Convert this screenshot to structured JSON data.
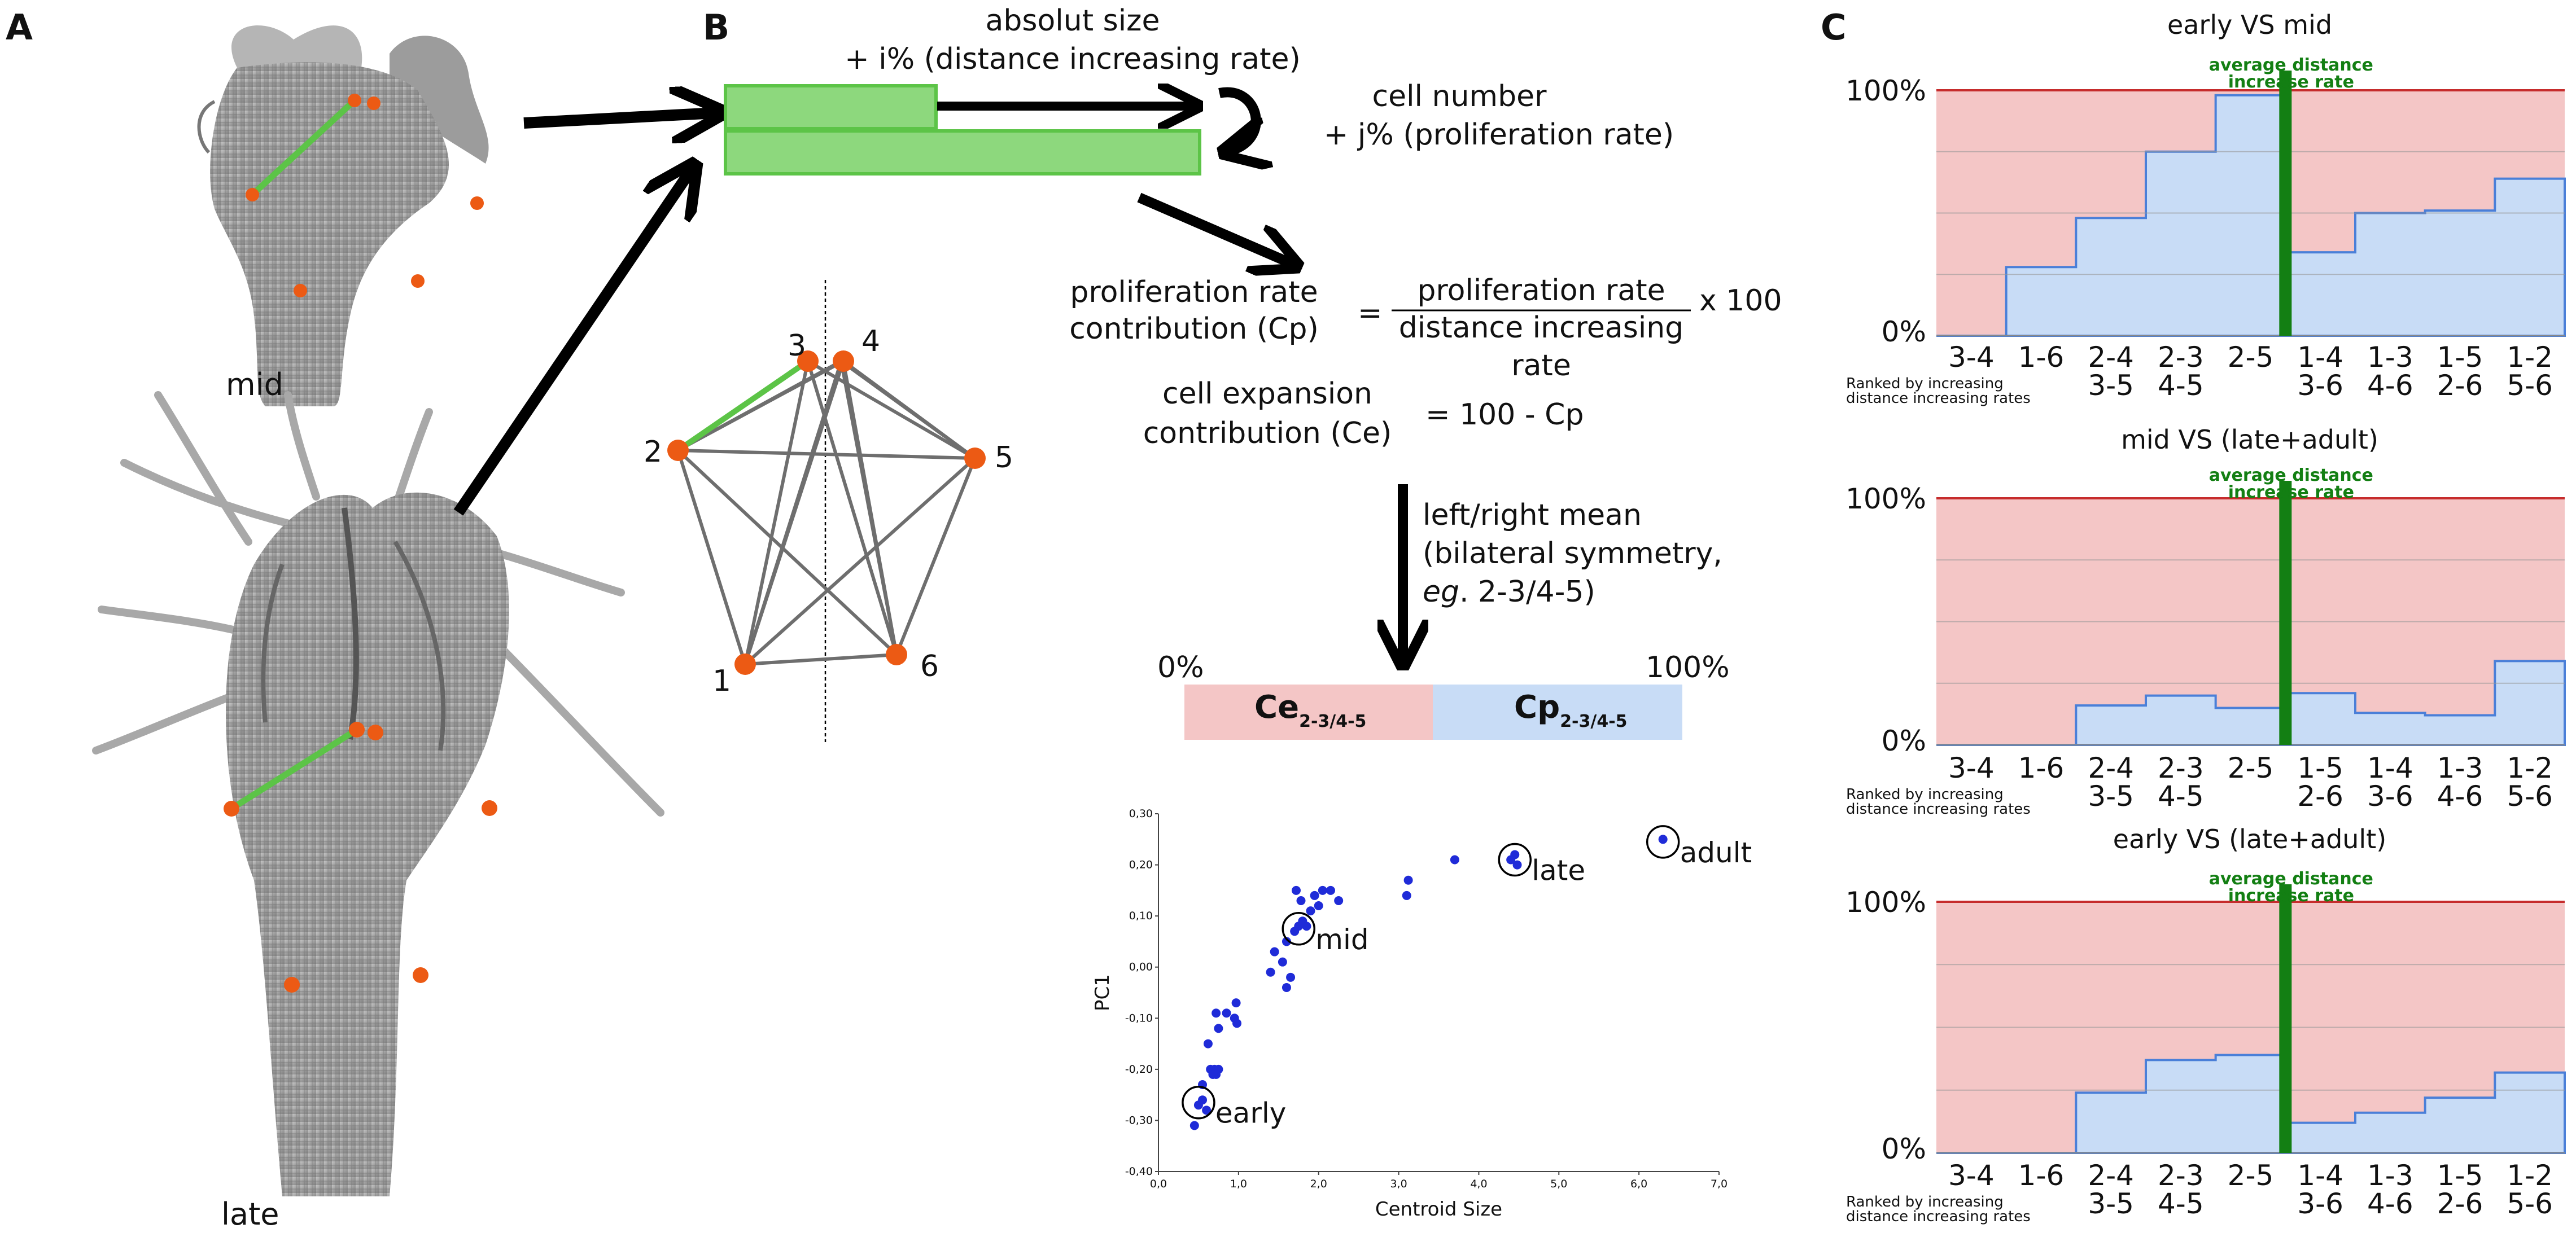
{
  "panels": {
    "a": "A",
    "b": "B",
    "c": "C"
  },
  "panel_a": {
    "mid_label": "mid",
    "late_label": "late"
  },
  "panel_b": {
    "size_line1": "absolut size",
    "size_line2": "+ i% (distance increasing rate)",
    "cell_line1": "cell number",
    "cell_line2": "+ j% (proliferation rate)",
    "cp_label_line1": "proliferation rate",
    "cp_label_line2": "contribution (Cp)",
    "eq_sign": "=",
    "frac_num": "proliferation rate",
    "frac_den_line1": "distance increasing",
    "frac_den_line2": "rate",
    "times100": "x 100",
    "ce_label_line1": "cell expansion",
    "ce_label_line2": "contribution (Ce)",
    "ce_formula": "= 100 - Cp",
    "mean_line1": "left/right mean",
    "mean_line2": "(bilateral symmetry,",
    "mean_line3_italic": "eg",
    "mean_line3_rest": ". 2-3/4-5)",
    "bar_left": "0%",
    "bar_right": "100%",
    "ce_main": "Ce",
    "ce_sub": "2-3/4-5",
    "cp_main": "Cp",
    "cp_sub": "2-3/4-5",
    "landmarks": [
      "1",
      "2",
      "3",
      "4",
      "5",
      "6"
    ],
    "colors": {
      "green": "#5cc447",
      "orange": "#ec5a14",
      "pink": "#f4c6c6",
      "blue": "#c8dcf6"
    }
  },
  "scatter": {
    "chart_data": {
      "type": "scatter",
      "xlabel": "Centroid Size",
      "ylabel": "PC1",
      "xlim": [
        0.0,
        7.0
      ],
      "ylim": [
        -0.4,
        0.3
      ],
      "x_ticks": [
        "0,0",
        "1,0",
        "2,0",
        "3,0",
        "4,0",
        "5,0",
        "6,0",
        "7,0"
      ],
      "y_ticks": [
        "-0,40",
        "-0,30",
        "-0,20",
        "-0,10",
        "0,00",
        "0,10",
        "0,20",
        "0,30"
      ],
      "points": [
        [
          0.45,
          -0.31
        ],
        [
          0.5,
          -0.27
        ],
        [
          0.55,
          -0.26
        ],
        [
          0.6,
          -0.28
        ],
        [
          0.55,
          -0.23
        ],
        [
          0.65,
          -0.2
        ],
        [
          0.7,
          -0.2
        ],
        [
          0.75,
          -0.2
        ],
        [
          0.72,
          -0.21
        ],
        [
          0.68,
          -0.21
        ],
        [
          0.62,
          -0.15
        ],
        [
          0.75,
          -0.12
        ],
        [
          0.72,
          -0.09
        ],
        [
          0.85,
          -0.09
        ],
        [
          0.95,
          -0.1
        ],
        [
          0.98,
          -0.11
        ],
        [
          0.97,
          -0.07
        ],
        [
          1.4,
          -0.01
        ],
        [
          1.45,
          0.03
        ],
        [
          1.55,
          0.01
        ],
        [
          1.6,
          -0.04
        ],
        [
          1.65,
          -0.02
        ],
        [
          1.6,
          0.05
        ],
        [
          1.7,
          0.07
        ],
        [
          1.75,
          0.08
        ],
        [
          1.8,
          0.09
        ],
        [
          1.85,
          0.08
        ],
        [
          1.9,
          0.11
        ],
        [
          1.72,
          0.15
        ],
        [
          1.78,
          0.13
        ],
        [
          1.95,
          0.14
        ],
        [
          2.0,
          0.12
        ],
        [
          2.05,
          0.15
        ],
        [
          2.15,
          0.15
        ],
        [
          2.25,
          0.13
        ],
        [
          3.1,
          0.14
        ],
        [
          3.12,
          0.17
        ],
        [
          3.7,
          0.21
        ],
        [
          4.4,
          0.21
        ],
        [
          4.45,
          0.22
        ],
        [
          4.48,
          0.2
        ],
        [
          6.3,
          0.25
        ]
      ],
      "annotations": [
        {
          "label": "early",
          "x": 0.5,
          "y": -0.265
        },
        {
          "label": "mid",
          "x": 1.75,
          "y": 0.075
        },
        {
          "label": "late",
          "x": 4.45,
          "y": 0.21
        },
        {
          "label": "adult",
          "x": 6.3,
          "y": 0.245
        }
      ]
    }
  },
  "panel_c": {
    "y_top": "100%",
    "y_bottom": "0%",
    "avg_label_line1": "average distance",
    "avg_label_line2": "increase rate",
    "ranked_line1": "Ranked by increasing",
    "ranked_line2": "distance increasing rates",
    "charts": [
      {
        "title": "early VS mid",
        "labels": [
          [
            "3-4",
            ""
          ],
          [
            "1-6",
            ""
          ],
          [
            "2-4",
            "3-5"
          ],
          [
            "2-3",
            "4-5"
          ],
          [
            "2-5",
            ""
          ],
          [
            "1-4",
            "3-6"
          ],
          [
            "1-3",
            "4-6"
          ],
          [
            "1-5",
            "2-6"
          ],
          [
            "1-2",
            "5-6"
          ]
        ],
        "chart_data": {
          "type": "area",
          "categories": [
            "3-4",
            "1-6",
            "2-4/3-5",
            "2-3/4-5",
            "2-5",
            "1-4/3-6",
            "1-3/4-6",
            "1-5/2-6",
            "1-2/5-6"
          ],
          "values": [
            0,
            28,
            48,
            75,
            98,
            34,
            50,
            51,
            64
          ],
          "ylim": [
            0,
            100
          ]
        }
      },
      {
        "title": "mid VS (late+adult)",
        "labels": [
          [
            "3-4",
            ""
          ],
          [
            "1-6",
            ""
          ],
          [
            "2-4",
            "3-5"
          ],
          [
            "2-3",
            "4-5"
          ],
          [
            "2-5",
            ""
          ],
          [
            "1-5",
            "2-6"
          ],
          [
            "1-4",
            "3-6"
          ],
          [
            "1-3",
            "4-6"
          ],
          [
            "1-2",
            "5-6"
          ]
        ],
        "chart_data": {
          "type": "area",
          "categories": [
            "3-4",
            "1-6",
            "2-4/3-5",
            "2-3/4-5",
            "2-5",
            "1-5/2-6",
            "1-4/3-6",
            "1-3/4-6",
            "1-2/5-6"
          ],
          "values": [
            0,
            0,
            16,
            20,
            15,
            21,
            13,
            12,
            34
          ],
          "ylim": [
            0,
            100
          ]
        }
      },
      {
        "title": "early VS (late+adult)",
        "labels": [
          [
            "3-4",
            ""
          ],
          [
            "1-6",
            ""
          ],
          [
            "2-4",
            "3-5"
          ],
          [
            "2-3",
            "4-5"
          ],
          [
            "2-5",
            ""
          ],
          [
            "1-4",
            "3-6"
          ],
          [
            "1-3",
            "4-6"
          ],
          [
            "1-5",
            "2-6"
          ],
          [
            "1-2",
            "5-6"
          ]
        ],
        "chart_data": {
          "type": "area",
          "categories": [
            "3-4",
            "1-6",
            "2-4/3-5",
            "2-3/4-5",
            "2-5",
            "1-4/3-6",
            "1-3/4-6",
            "1-5/2-6",
            "1-2/5-6"
          ],
          "values": [
            0,
            0,
            24,
            37,
            39,
            12,
            16,
            22,
            32
          ],
          "ylim": [
            0,
            100
          ]
        }
      }
    ]
  }
}
